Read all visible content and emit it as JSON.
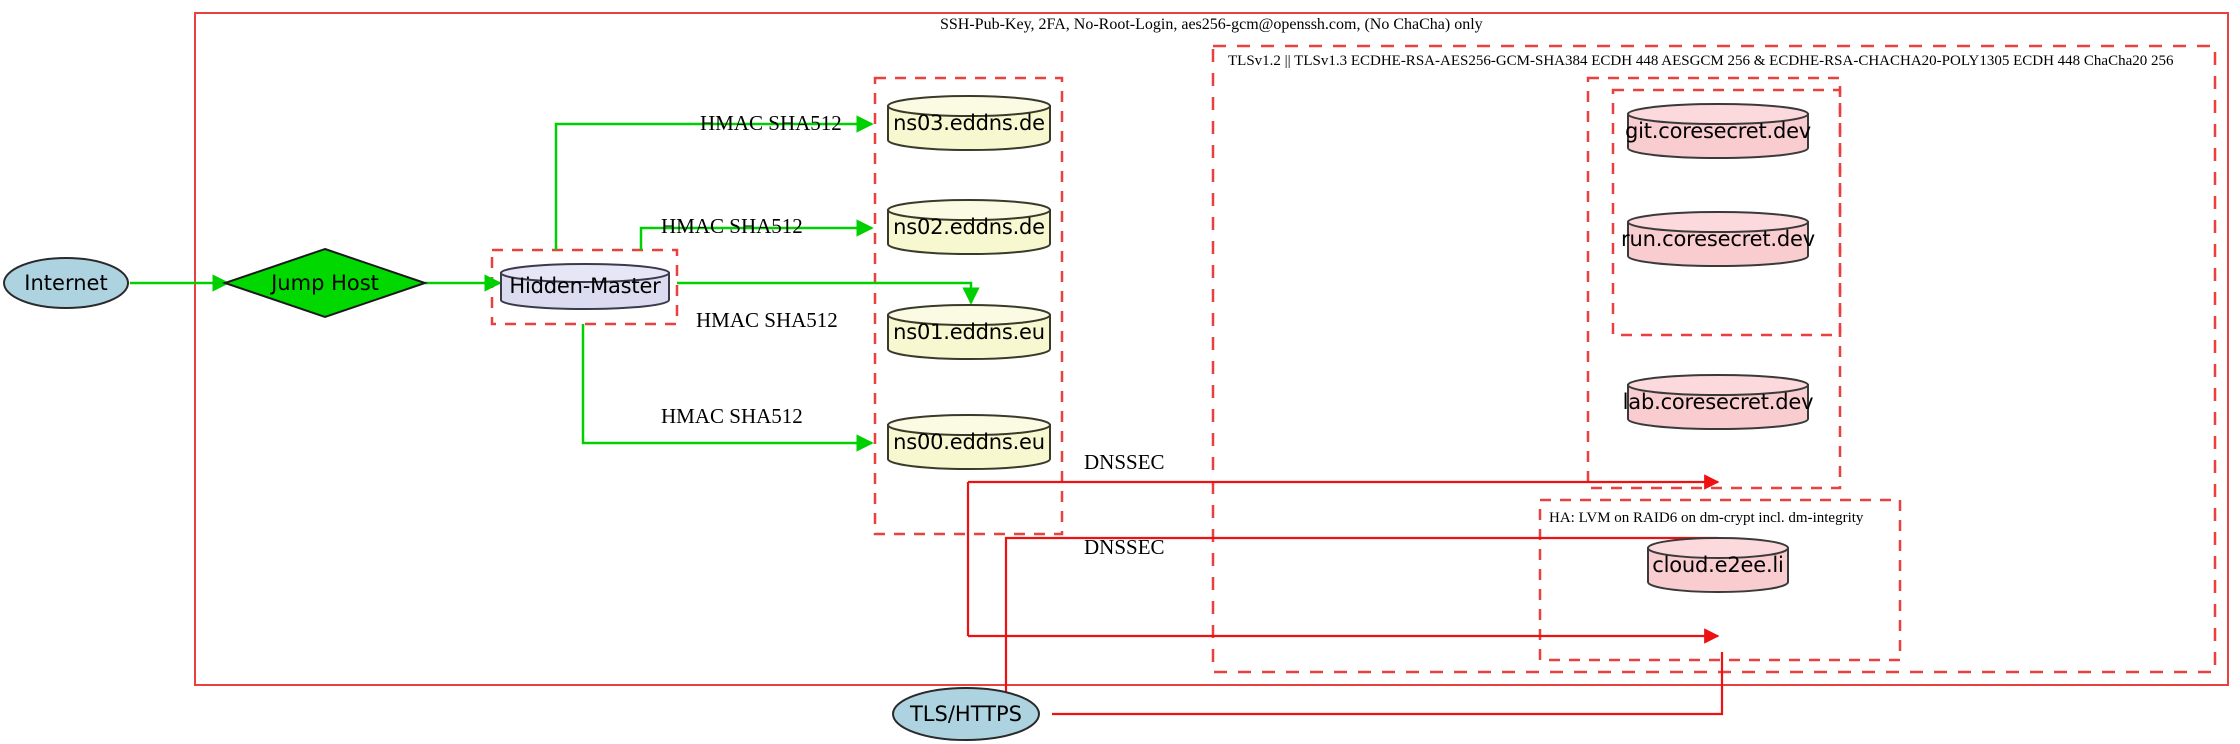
{
  "diagram": {
    "title": "Hidden-Master DNS and service hosting security architecture",
    "colors": {
      "boundary_red": "#e8413f",
      "edge_green": "#00d000",
      "dns_fill": "#f7f7d0",
      "service_fill": "#f9ccd0",
      "master_fill": "#dcdcf0",
      "cloud_fill": "#aed3e0",
      "jump_fill": "#00d800",
      "stroke_dark": "#333333"
    },
    "boundaries": {
      "ssh_zone_label": "SSH-Pub-Key, 2FA, No-Root-Login, aes256-gcm@openssh.com, (No ChaCha) only",
      "tls_zone_label": "TLSv1.2 || TLSv1.3 ECDHE-RSA-AES256-GCM-SHA384 ECDH 448 AESGCM 256 & ECDHE-RSA-CHACHA20-POLY1305 ECDH 448 ChaCha20 256",
      "ha_zone_label": "HA: LVM on RAID6 on dm-crypt incl. dm-integrity"
    },
    "nodes": {
      "internet": {
        "label": "Internet",
        "shape": "ellipse"
      },
      "jump_host": {
        "label": "Jump Host",
        "shape": "diamond"
      },
      "hidden_master": {
        "label": "Hidden-Master",
        "shape": "cylinder"
      },
      "tls_https": {
        "label": "TLS/HTTPS",
        "shape": "ellipse"
      },
      "ns03": {
        "label": "ns03.eddns.de",
        "shape": "cylinder"
      },
      "ns02": {
        "label": "ns02.eddns.de",
        "shape": "cylinder"
      },
      "ns01": {
        "label": "ns01.eddns.eu",
        "shape": "cylinder"
      },
      "ns00": {
        "label": "ns00.eddns.eu",
        "shape": "cylinder"
      },
      "git": {
        "label": "git.coresecret.dev",
        "shape": "cylinder"
      },
      "run": {
        "label": "run.coresecret.dev",
        "shape": "cylinder"
      },
      "lab": {
        "label": "lab.coresecret.dev",
        "shape": "cylinder"
      },
      "cloud": {
        "label": "cloud.e2ee.li",
        "shape": "cylinder"
      }
    },
    "edge_labels": {
      "hmac_ns03": "HMAC SHA512",
      "hmac_ns02": "HMAC SHA512",
      "hmac_ns01": "HMAC SHA512",
      "hmac_ns00": "HMAC SHA512",
      "dnssec_upper": "DNSSEC",
      "dnssec_lower": "DNSSEC"
    }
  }
}
